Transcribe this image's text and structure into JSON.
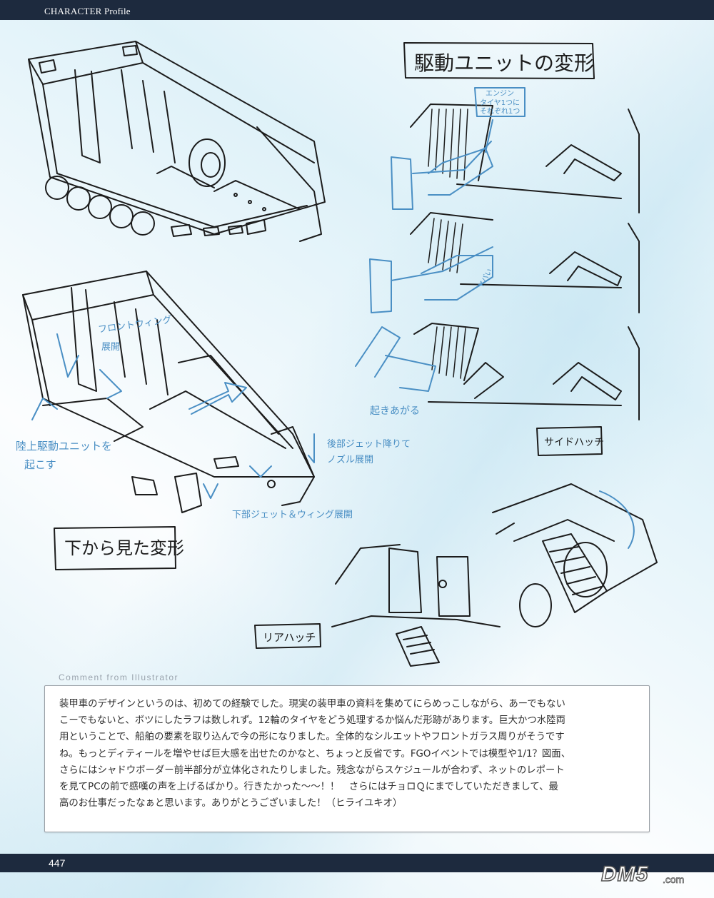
{
  "header": {
    "title": "CHARACTER Profile"
  },
  "labels": {
    "drive_unit_transform": "駆動ユニットの変形",
    "engine_note_1": "エンジン",
    "engine_note_2": "タイヤ1つに",
    "engine_note_3": "それぞれ1つ",
    "front_wing_1": "フロントウィング",
    "front_wing_2": "展開",
    "land_drive_1": "陸上駆動ユニットを",
    "land_drive_2": "起こす",
    "rear_jet_1": "後部ジェット降りて",
    "rear_jet_2": "ノズル展開",
    "lower_jet": "下部ジェット＆ウィング展開",
    "from_below": "下から見た変形",
    "rise_up": "起きあがる",
    "side_hatch": "サイドハッチ",
    "rear_hatch": "リアハッチ",
    "arrow_note": "ヤバい"
  },
  "comment": {
    "heading": "Comment from Illustrator",
    "lines": [
      "装甲車のデザインというのは、初めての経験でした。現実の装甲車の資料を集めてにらめっこしながら、あーでもない",
      "こーでもないと、ボツにしたラフは数しれず。12輪のタイヤをどう処理するか悩んだ形跡があります。巨大かつ水陸両",
      "用ということで、船舶の要素を取り込んで今の形になりました。全体的なシルエットやフロントガラス周りがそうです",
      "ね。もっとディティールを増やせば巨大感を出せたのかなと、ちょっと反省です。FGOイベントでは模型や1/1？図面、",
      "さらにはシャドウボーダー前半部分が立体化されたりしました。残念ながらスケジュールが合わず、ネットのレポート",
      "を見てPCの前で感嘆の声を上げるばかり。行きたかった～～！！　さらにはチョロＱにまでしていただきまして、最",
      "高のお仕事だったなぁと思います。ありがとうございました！（ヒライユキオ）"
    ]
  },
  "footer": {
    "page_number": "447"
  },
  "watermark": {
    "brand": "DM5",
    "suffix": ".com"
  },
  "colors": {
    "header_bar": "#1d2a3e",
    "sketch_ink": "#1c1c1c",
    "annotation_blue": "#4a8fc4"
  }
}
